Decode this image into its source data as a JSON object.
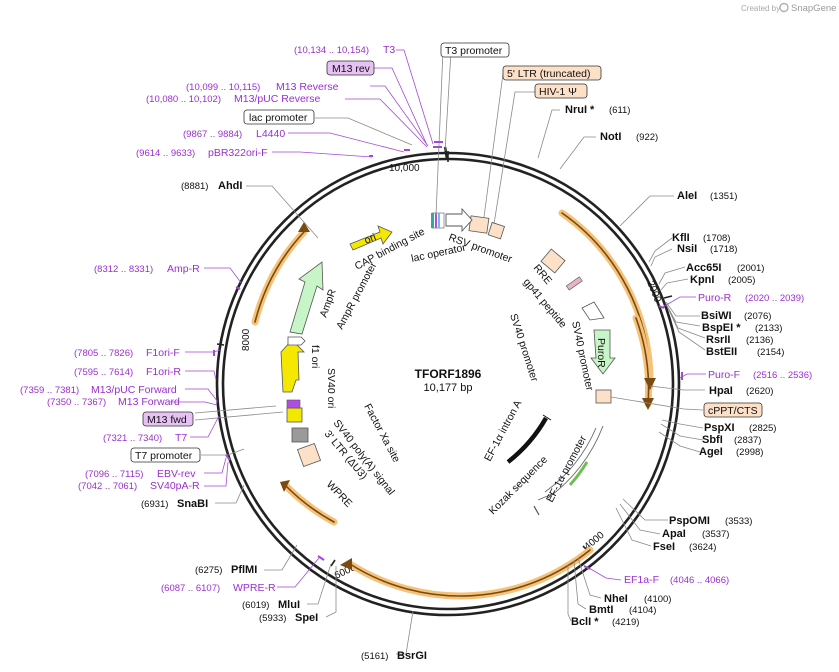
{
  "credit": {
    "created_by": "Created by",
    "brand": "SnapGene"
  },
  "plasmid": {
    "name": "TFORF1896",
    "length": "10,177 bp"
  },
  "ticks": [
    "10,000",
    "2000",
    "4000",
    "6000",
    "8000"
  ],
  "enzymes_right": [
    {
      "name": "NruI *",
      "pos": "(611)"
    },
    {
      "name": "NotI",
      "pos": "(922)"
    },
    {
      "name": "AleI",
      "pos": "(1351)"
    },
    {
      "name": "KflI",
      "pos": "(1708)"
    },
    {
      "name": "NsiI",
      "pos": "(1718)"
    },
    {
      "name": "Acc65I",
      "pos": "(2001)"
    },
    {
      "name": "KpnI",
      "pos": "(2005)"
    },
    {
      "name": "BsiWI",
      "pos": "(2076)"
    },
    {
      "name": "BspEI *",
      "pos": "(2133)"
    },
    {
      "name": "RsrII",
      "pos": "(2136)"
    },
    {
      "name": "BstEII",
      "pos": "(2154)"
    },
    {
      "name": "HpaI",
      "pos": "(2620)"
    },
    {
      "name": "PspXI",
      "pos": "(2825)"
    },
    {
      "name": "SbfI",
      "pos": "(2837)"
    },
    {
      "name": "AgeI",
      "pos": "(2998)"
    },
    {
      "name": "PspOMI",
      "pos": "(3533)"
    },
    {
      "name": "ApaI",
      "pos": "(3537)"
    },
    {
      "name": "FseI",
      "pos": "(3624)"
    },
    {
      "name": "NheI",
      "pos": "(4100)"
    },
    {
      "name": "BmtI",
      "pos": "(4104)"
    },
    {
      "name": "BclI *",
      "pos": "(4219)"
    }
  ],
  "enzymes_left": [
    {
      "name": "AhdI",
      "pos": "(8881)"
    },
    {
      "name": "SnaBI",
      "pos": "(6931)"
    },
    {
      "name": "PflMI",
      "pos": "(6275)"
    },
    {
      "name": "MluI",
      "pos": "(6019)"
    },
    {
      "name": "SpeI",
      "pos": "(5933)"
    },
    {
      "name": "BsrGI",
      "pos": "(5161)"
    }
  ],
  "primers": [
    {
      "name": "T3",
      "pos": "(10,134 .. 10,154)"
    },
    {
      "name": "M13 Reverse",
      "pos": "(10,099 .. 10,115)"
    },
    {
      "name": "M13/pUC Reverse",
      "pos": "(10,080 .. 10,102)"
    },
    {
      "name": "L4440",
      "pos": "(9867 .. 9884)"
    },
    {
      "name": "pBR322ori-F",
      "pos": "(9614 .. 9633)"
    },
    {
      "name": "Amp-R",
      "pos": "(8312 .. 8331)"
    },
    {
      "name": "F1ori-F",
      "pos": "(7805 .. 7826)"
    },
    {
      "name": "F1ori-R",
      "pos": "(7595 .. 7614)"
    },
    {
      "name": "M13/pUC Forward",
      "pos": "(7359 .. 7381)"
    },
    {
      "name": "M13 Forward",
      "pos": "(7350 .. 7367)"
    },
    {
      "name": "T7",
      "pos": "(7321 .. 7340)"
    },
    {
      "name": "EBV-rev",
      "pos": "(7096 .. 7115)"
    },
    {
      "name": "SV40pA-R",
      "pos": "(7042 .. 7061)"
    },
    {
      "name": "WPRE-R",
      "pos": "(6087 .. 6107)"
    },
    {
      "name": "Puro-R",
      "pos": "(2020 .. 2039)"
    },
    {
      "name": "Puro-F",
      "pos": "(2516 .. 2536)"
    },
    {
      "name": "EF1a-F",
      "pos": "(4046 .. 4066)"
    }
  ],
  "boxed": {
    "m13rev": "M13 rev",
    "lacpro": "lac promoter",
    "m13fwd": "M13 fwd",
    "t7pro": "T7 promoter",
    "t3pro": "T3 promoter",
    "ltr5": "5' LTR (truncated)",
    "hiv": "HIV-1 Ψ",
    "cppt": "cPPT/CTS"
  },
  "features": {
    "ori": "ori",
    "puro": "PuroR",
    "cap": "CAP binding site",
    "lacop": "lac operator",
    "rsv": "RSV promoter",
    "rre": "RRE",
    "gp41": "gp41 peptide",
    "sv40pro_a": "SV40 promoter",
    "sv40pro_b": "SV40 promoter",
    "ampr": "AmpR",
    "ampr_pro": "AmpR promoter",
    "f1ori": "f1 ori",
    "sv40ori": "SV40 ori",
    "fxa": "Factor Xa site",
    "sv40polya": "SV40 poly(A) signal",
    "ltr3": "3' LTR (ΔU3)",
    "wpre": "WPRE",
    "ef1a_intron": "EF-1α intron A",
    "ef1a_pro": "EF-1α promoter",
    "kozak": "Kozak sequence"
  },
  "colors": {
    "primer": "#9b2fd0",
    "backbone": "#222222",
    "orf": "#f5a623",
    "ori": "#f5e800",
    "puro": "#c8f5c8",
    "ampr": "#c8f5c8",
    "ltr": "#fde0c8",
    "m13": "#e7c1f4"
  }
}
